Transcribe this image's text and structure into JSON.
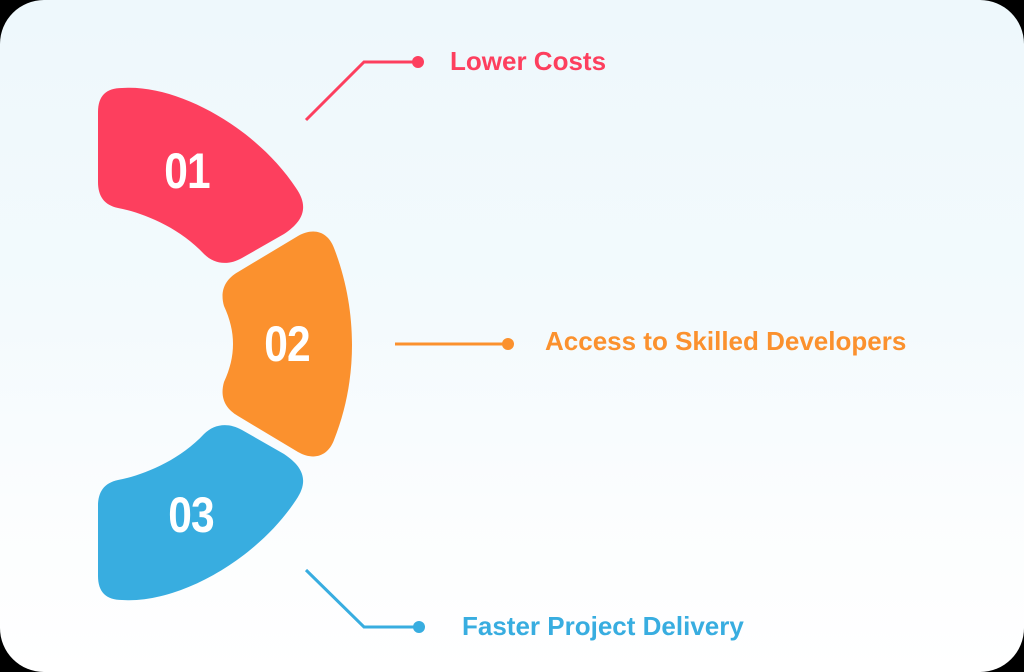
{
  "colors": {
    "item1": "#fd3f5e",
    "item2": "#fb912e",
    "item3": "#38ade0",
    "background_top": "#eef8fc",
    "background_bottom": "#ffffff",
    "number_text": "#ffffff"
  },
  "items": [
    {
      "number": "01",
      "label": "Lower Costs",
      "color": "#fd3f5e"
    },
    {
      "number": "02",
      "label": "Access to Skilled Developers",
      "color": "#fb912e"
    },
    {
      "number": "03",
      "label": "Faster Project Delivery",
      "color": "#38ade0"
    }
  ]
}
